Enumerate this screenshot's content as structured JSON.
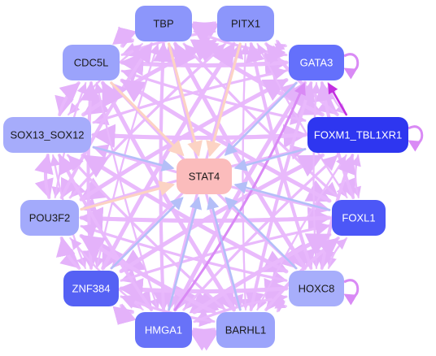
{
  "colors": {
    "edge_lilac": "#e9b9fb",
    "edge_lilac_strong": "#d98af5",
    "edge_magenta": "#c32fe0",
    "edge_blue": "#b4bff8",
    "edge_peach": "#fcd3c4",
    "center_fill": "#fbbcbc",
    "text_dark": "#1a1a1a",
    "text_light": "#ffffff"
  },
  "nodes": [
    {
      "id": "TBP",
      "label": "TBP",
      "fill": "#8c96fb",
      "text": "dark"
    },
    {
      "id": "PITX1",
      "label": "PITX1",
      "fill": "#8c96fb",
      "text": "dark"
    },
    {
      "id": "CDC5L",
      "label": "CDC5L",
      "fill": "#9ba3fb",
      "text": "dark"
    },
    {
      "id": "GATA3",
      "label": "GATA3",
      "fill": "#6470fb",
      "text": "light"
    },
    {
      "id": "SOX13_SOX12",
      "label": "SOX13_SOX12",
      "fill": "#a6acfb",
      "text": "dark"
    },
    {
      "id": "FOXM1_TBL1XR1",
      "label": "FOXM1_TBL1XR1",
      "fill": "#2e36f0",
      "text": "light"
    },
    {
      "id": "STAT4",
      "label": "STAT4",
      "fill": "#fbbcbc",
      "text": "dark"
    },
    {
      "id": "POU3F2",
      "label": "POU3F2",
      "fill": "#a3aafb",
      "text": "dark"
    },
    {
      "id": "FOXL1",
      "label": "FOXL1",
      "fill": "#4c57f7",
      "text": "light"
    },
    {
      "id": "ZNF384",
      "label": "ZNF384",
      "fill": "#5561f4",
      "text": "light"
    },
    {
      "id": "HOXC8",
      "label": "HOXC8",
      "fill": "#a7aefb",
      "text": "dark"
    },
    {
      "id": "HMGA1",
      "label": "HMGA1",
      "fill": "#6872f8",
      "text": "light"
    },
    {
      "id": "BARHL1",
      "label": "BARHL1",
      "fill": "#9ca4fb",
      "text": "dark"
    }
  ],
  "center": "STAT4",
  "self_loops": [
    "GATA3",
    "FOXM1_TBL1XR1",
    "HOXC8"
  ],
  "edges": [
    {
      "from": "FOXM1_TBL1XR1",
      "to": "GATA3",
      "kind": "magenta"
    },
    {
      "from": "HMGA1",
      "to": "GATA3",
      "kind": "lilac_strong"
    },
    {
      "from": "TBP",
      "to": "STAT4",
      "kind": "peach"
    },
    {
      "from": "PITX1",
      "to": "STAT4",
      "kind": "peach"
    },
    {
      "from": "CDC5L",
      "to": "STAT4",
      "kind": "peach"
    },
    {
      "from": "GATA3",
      "to": "STAT4",
      "kind": "blue"
    },
    {
      "from": "SOX13_SOX12",
      "to": "STAT4",
      "kind": "blue"
    },
    {
      "from": "FOXM1_TBL1XR1",
      "to": "STAT4",
      "kind": "blue"
    },
    {
      "from": "POU3F2",
      "to": "STAT4",
      "kind": "peach"
    },
    {
      "from": "FOXL1",
      "to": "STAT4",
      "kind": "blue"
    },
    {
      "from": "ZNF384",
      "to": "STAT4",
      "kind": "blue"
    },
    {
      "from": "HOXC8",
      "to": "STAT4",
      "kind": "blue"
    },
    {
      "from": "HMGA1",
      "to": "STAT4",
      "kind": "blue"
    },
    {
      "from": "BARHL1",
      "to": "STAT4",
      "kind": "blue"
    }
  ]
}
